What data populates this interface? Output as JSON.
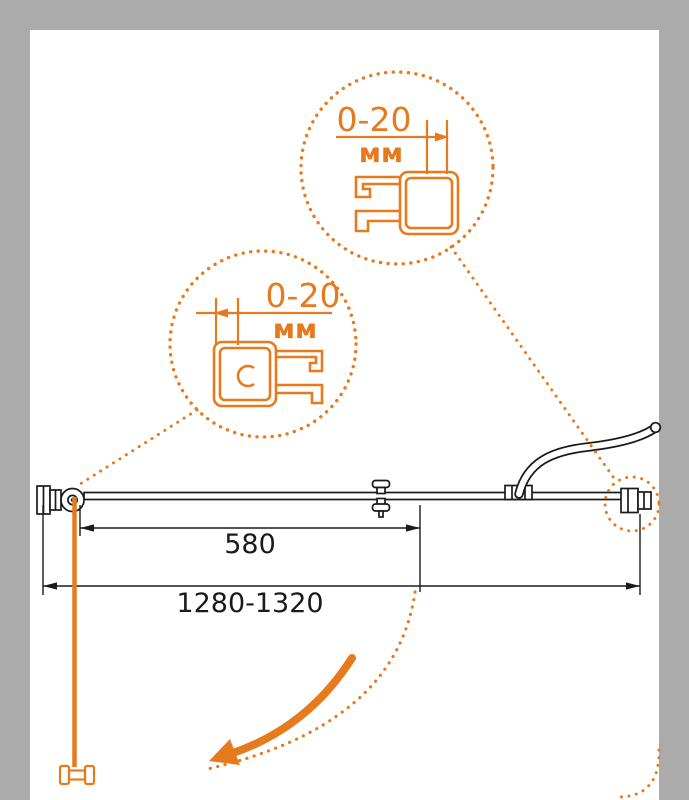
{
  "colors": {
    "accent_orange": "#E87A1E",
    "ink": "#1A1A1A",
    "frame_gray": "#ABABAB",
    "paper": "#FFFFFF"
  },
  "detail_top": {
    "value": "0-20",
    "unit": "мм"
  },
  "detail_side": {
    "value": "0-20",
    "unit": "мм"
  },
  "dimensions": {
    "door_width": "580",
    "total_width": "1280-1320"
  }
}
